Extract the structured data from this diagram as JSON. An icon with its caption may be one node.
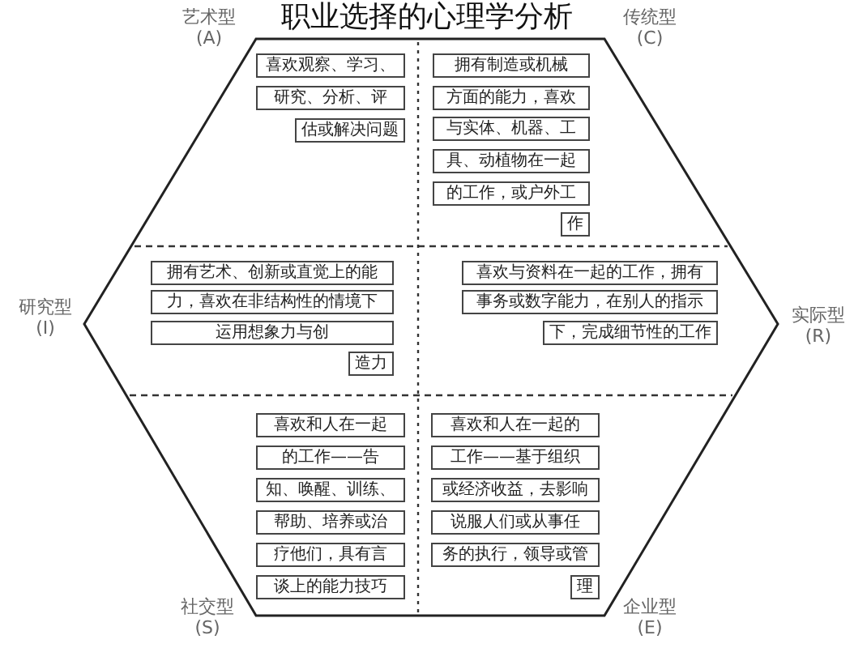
{
  "diagram": {
    "title": "职业选择的心理学分析",
    "nodes": [
      {
        "text": [],
        "shape": "hexagon"
      },
      {
        "text": [
          "喜欢观察、学习、"
        ],
        "in": 0
      },
      {
        "text": [
          "研究、分析、评"
        ],
        "in": 0
      },
      {
        "text": [
          "估或解决问题"
        ],
        "in": 0
      },
      {
        "text": [
          "拥有制造或机械"
        ],
        "in": 0
      },
      {
        "text": [
          "方面的能力，喜欢"
        ],
        "in": 0
      },
      {
        "text": [
          "与实体、机器、工"
        ],
        "in": 0
      },
      {
        "text": [
          "具、动植物在一起"
        ],
        "in": 0
      },
      {
        "text": [
          "的工作，或户外工"
        ],
        "in": 0
      },
      {
        "text": [
          "作"
        ],
        "in": 0
      },
      {
        "text": [
          "拥有艺术、创新或直觉上的能"
        ],
        "in": 0
      },
      {
        "text": [
          "力，喜欢在非结构性的情境下"
        ],
        "in": 0
      },
      {
        "text": [
          "运用想象力与创"
        ],
        "in": 0
      },
      {
        "text": [
          "造力"
        ],
        "in": 0
      },
      {
        "text": [
          "喜欢与资料在一起的工作，拥有"
        ],
        "in": 0
      },
      {
        "text": [
          "事务或数字能力，在别人的指示"
        ],
        "in": 0
      },
      {
        "text": [
          "下，完成细节性的工作"
        ],
        "in": 0
      },
      {
        "text": [
          "喜欢和人在一起"
        ],
        "in": 0
      },
      {
        "text": [
          "的工作——告"
        ],
        "in": 0
      },
      {
        "text": [
          "知、唤醒、训练、"
        ],
        "in": 0
      },
      {
        "text": [
          "帮助、培养或治"
        ],
        "in": 0
      },
      {
        "text": [
          "疗他们，具有言"
        ],
        "in": 0
      },
      {
        "text": [
          "谈上的能力技巧"
        ],
        "in": 0
      },
      {
        "text": [
          "喜欢和人在一起的"
        ],
        "in": 0
      },
      {
        "text": [
          "工作——基于组织"
        ],
        "in": 0
      },
      {
        "text": [
          "或经济收益，去影响"
        ],
        "in": 0
      },
      {
        "text": [
          "说服人们或从事任"
        ],
        "in": 0
      },
      {
        "text": [
          "务的执行，领导或管"
        ],
        "in": 0
      },
      {
        "text": [
          "理"
        ],
        "in": 0
      }
    ],
    "labels": [
      "艺术型 (A)",
      "传统型 (C)",
      "研究型 (I)",
      "实际型 (R)",
      "社交型 (S)",
      "企业型 (E)"
    ]
  }
}
